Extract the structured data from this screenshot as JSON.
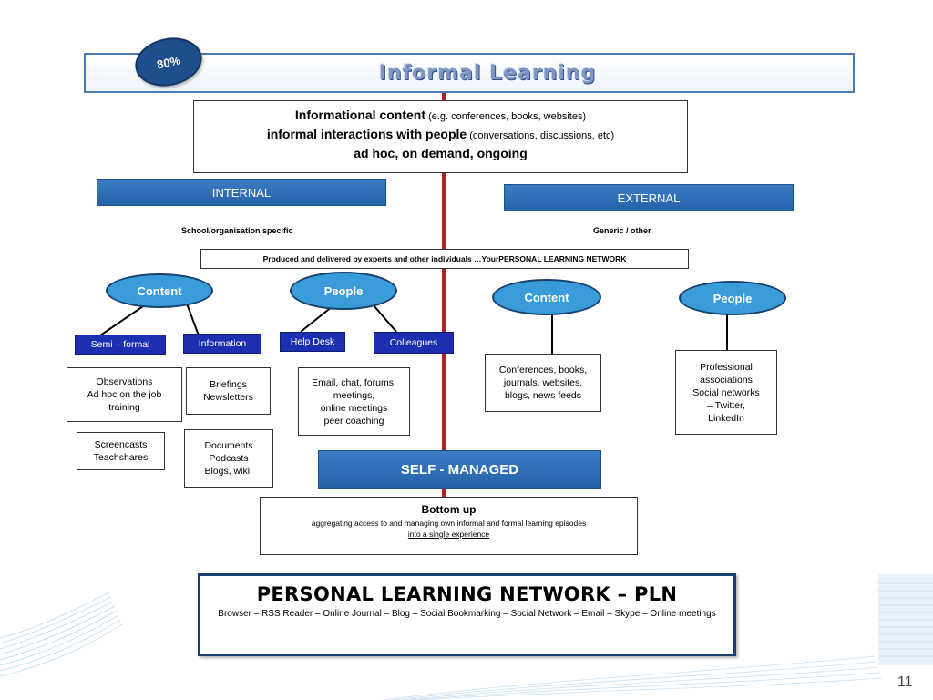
{
  "badge": "80%",
  "title": "Informal Learning",
  "info_box": {
    "line1_bold": "Informational content",
    "line1_small": " (e.g. conferences, books, websites)",
    "line2_bold": "informal interactions with people",
    "line2_small": " (conversations, discussions, etc)",
    "line3_bold": "ad hoc, on demand, ongoing"
  },
  "internal": {
    "label": "INTERNAL",
    "sublabel": "School/organisation specific",
    "content_oval": "Content",
    "people_oval": "People",
    "semi_formal": "Semi – formal",
    "information": "Information",
    "help_desk": "Help Desk",
    "colleagues": "Colleagues",
    "observations": [
      "Observations",
      "Ad hoc on the job",
      "training"
    ],
    "screencasts": [
      "Screencasts",
      "Teachshares"
    ],
    "briefings": [
      "Briefings",
      "Newsletters"
    ],
    "documents": [
      "Documents",
      "Podcasts",
      "Blogs, wiki"
    ],
    "email": [
      "Email, chat, forums,",
      "meetings,",
      "online meetings",
      "peer coaching"
    ]
  },
  "external": {
    "label": "EXTERNAL",
    "sublabel": "Generic / other",
    "content_oval": "Content",
    "people_oval": "People",
    "conferences": [
      "Conferences, books,",
      "journals, websites,",
      "blogs, news feeds"
    ],
    "professional": [
      "Professional",
      "associations",
      "Social networks",
      "– Twitter,",
      "LinkedIn"
    ]
  },
  "network_strip": {
    "text": "Produced and delivered by experts and other individuals …Your ",
    "bold": "PERSONAL LEARNING NETWORK"
  },
  "self_managed": "SELF - MANAGED",
  "bottom_up": {
    "heading": "Bottom up",
    "line1": "aggregating access to and managing own informal and formal learning episodes",
    "line2": "into a single experience"
  },
  "pln": {
    "title": "PERSONAL LEARNING NETWORK – PLN",
    "subtitle": "Browser – RSS Reader – Online Journal – Blog – Social Bookmarking – Social Network – Email – Skype – Online meetings"
  },
  "page_number": "11",
  "colors": {
    "band_blue": "#2e6eb5",
    "oval_blue": "#3a9bd9",
    "sub_navy": "#1c2fb0",
    "divider_red": "#b22222"
  }
}
